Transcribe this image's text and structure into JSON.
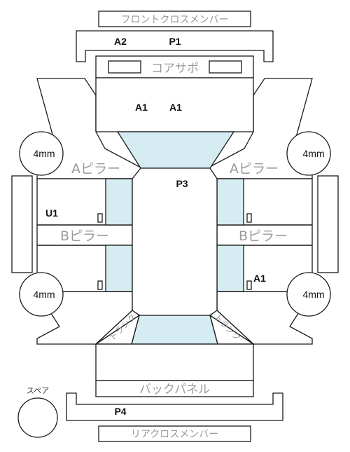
{
  "labels": {
    "front_cross_member": "フロントクロスメンバー",
    "core_support": "コアサポ",
    "a_pillar_left": "Aピラー",
    "a_pillar_right": "Aピラー",
    "b_pillar_left": "Bピラー",
    "b_pillar_right": "Bピラー",
    "back_panel": "バックパネル",
    "rear_cross_member": "リアクロスメンバー",
    "spare": "スペア",
    "trunk_left": "トランク",
    "trunk_right": "トランク"
  },
  "tires": {
    "front_left": "4mm",
    "front_right": "4mm",
    "rear_left": "4mm",
    "rear_right": "4mm"
  },
  "codes": {
    "front_cross_left": "A2",
    "front_cross_right": "P1",
    "hood_left": "A1",
    "hood_right": "A1",
    "roof": "P3",
    "left_front_door": "U1",
    "right_rear_door": "A1",
    "rear_cross": "P4"
  },
  "colors": {
    "glass": "#d6ecf3",
    "outline": "#1a1a1a",
    "label_grey": "#9a9a9a"
  }
}
